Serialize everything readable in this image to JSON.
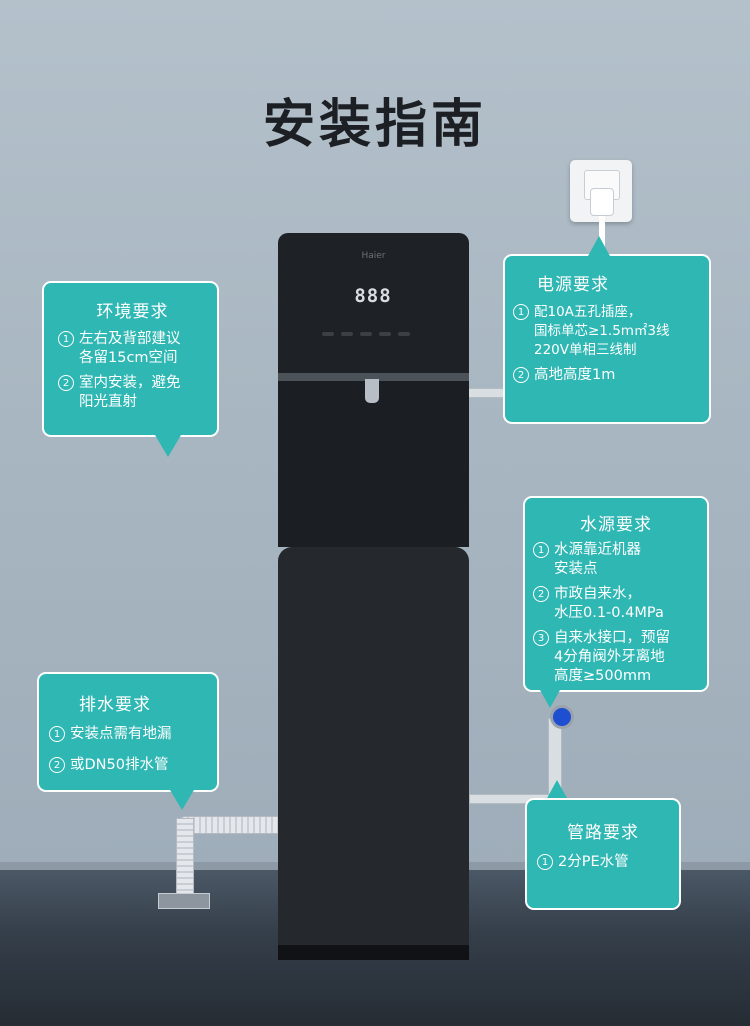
{
  "title": "安装指南",
  "machine": {
    "brand": "Haier",
    "display": "888"
  },
  "callouts": {
    "environment": {
      "title": "环境要求",
      "items": [
        {
          "num": "1",
          "text": "左右及背部建议\n各留15cm空间"
        },
        {
          "num": "2",
          "text": "室内安装，避免\n阳光直射"
        }
      ]
    },
    "power": {
      "title": "电源要求",
      "items": [
        {
          "num": "1",
          "text": "配10A五孔插座，\n国标单芯≥1.5m㎡3线\n220V单相三线制"
        },
        {
          "num": "2",
          "text": "高地高度1m"
        }
      ]
    },
    "water": {
      "title": "水源要求",
      "items": [
        {
          "num": "1",
          "text": "水源靠近机器\n安装点"
        },
        {
          "num": "2",
          "text": "市政自来水，\n水压0.1-0.4MPa"
        },
        {
          "num": "3",
          "text": "自来水接口，预留\n4分角阀外牙离地\n高度≥500mm"
        }
      ]
    },
    "drain": {
      "title": "排水要求",
      "items": [
        {
          "num": "1",
          "text": "安装点需有地漏"
        },
        {
          "num": "2",
          "text": "或DN50排水管"
        }
      ]
    },
    "pipe": {
      "title": "管路要求",
      "items": [
        {
          "num": "1",
          "text": "2分PE水管"
        }
      ]
    }
  },
  "colors": {
    "callout": "#2eb7b3",
    "wall": "#adbbc6",
    "floor": "#353f4a",
    "machine": "#1e2226"
  },
  "icons": [
    "power-socket-icon",
    "water-valve-icon",
    "floor-drain-icon"
  ]
}
